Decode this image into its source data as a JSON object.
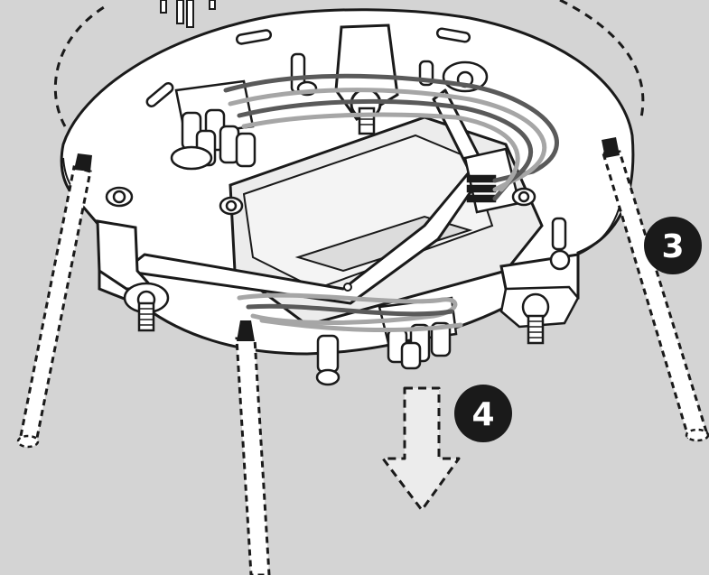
{
  "steps": {
    "step3": "3",
    "step4": "4"
  },
  "colors": {
    "background": "#d4d4d4",
    "outline": "#1a1a1a",
    "part_fill": "#ffffff",
    "shade_fill": "#ececec",
    "wire_dark": "#5a5a5a",
    "wire_light": "#a6a6a6",
    "badge": "#1a1a1a"
  },
  "icons": {
    "arrow": "dashed-down-arrow-icon",
    "badge": "step-number-badge"
  }
}
